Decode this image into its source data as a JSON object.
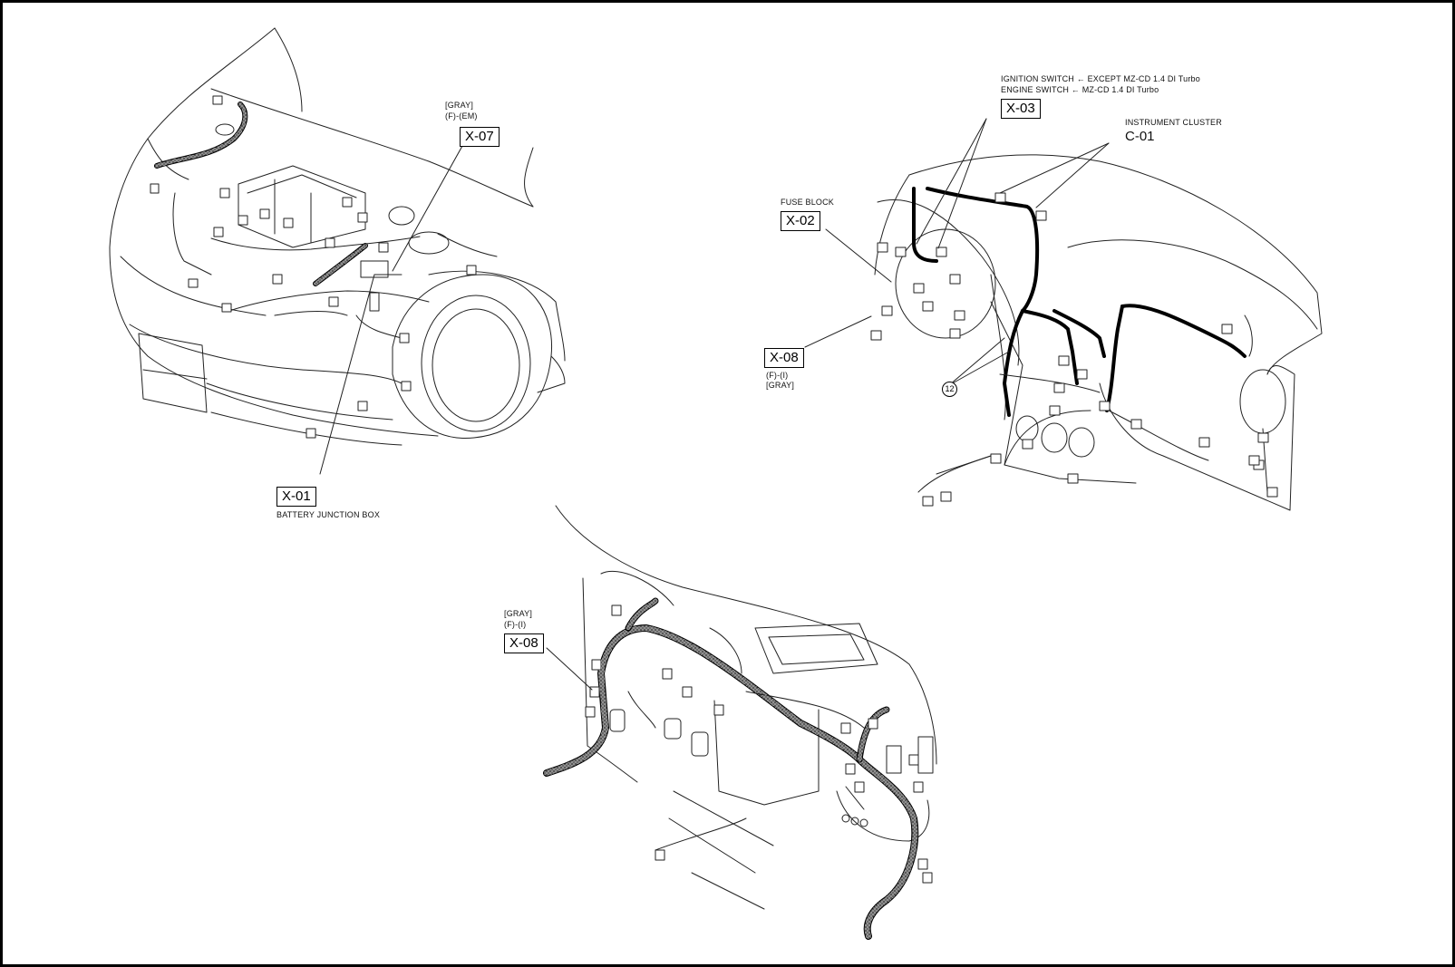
{
  "labels": {
    "x07": {
      "code": "X-07",
      "line1": "[GRAY]",
      "line2": "(F)-(EM)"
    },
    "x01": {
      "code": "X-01",
      "desc": "BATTERY JUNCTION BOX"
    },
    "x03": {
      "code": "X-03",
      "line1": "IGNITION SWITCH ← EXCEPT MZ-CD 1.4 DI Turbo",
      "line2": "ENGINE SWITCH ← MZ-CD 1.4 DI Turbo"
    },
    "c01": {
      "code": "C-01",
      "desc": "INSTRUMENT CLUSTER"
    },
    "x02": {
      "code": "X-02",
      "desc": "FUSE BLOCK"
    },
    "x08a": {
      "code": "X-08",
      "line1": "(F)-(I)",
      "line2": "[GRAY]"
    },
    "x08b": {
      "code": "X-08",
      "line1": "[GRAY]",
      "line2": "(F)-(I)"
    },
    "ref12": "12"
  }
}
